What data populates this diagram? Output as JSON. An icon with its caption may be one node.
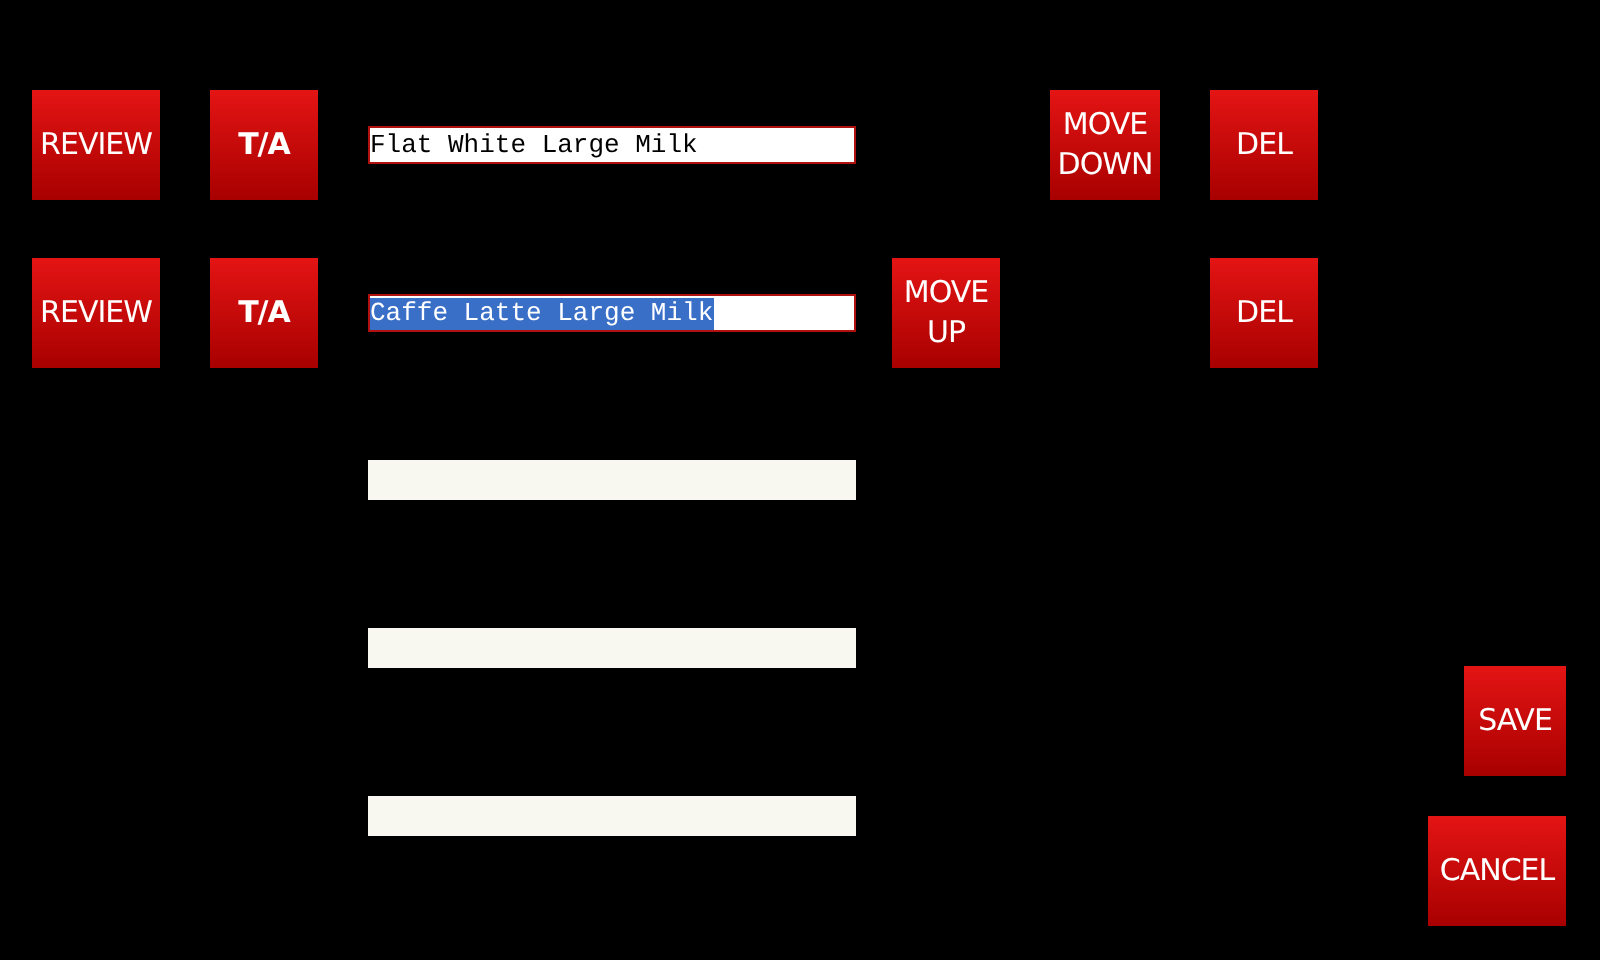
{
  "diagram": {
    "nodes": [
      {
        "text": [
          "REVIEW"
        ]
      },
      {
        "text": [
          "T/A"
        ]
      },
      {
        "text": [
          "Flat White Large Milk"
        ]
      },
      {
        "text": [
          "MOVE DOWN"
        ]
      },
      {
        "text": [
          "DEL"
        ]
      },
      {
        "text": [
          "REVIEW"
        ]
      },
      {
        "text": [
          "T/A"
        ]
      },
      {
        "text": [
          "Caffe Latte Large Milk"
        ]
      },
      {
        "text": [
          "MOVE UP"
        ]
      },
      {
        "text": [
          "DEL"
        ]
      },
      {
        "text": [],
        "shape": "bar"
      },
      {
        "text": [],
        "shape": "bar"
      },
      {
        "text": [
          "SAVE"
        ]
      },
      {
        "text": [],
        "shape": "bar"
      },
      {
        "text": [
          "CANCEL"
        ]
      }
    ]
  }
}
